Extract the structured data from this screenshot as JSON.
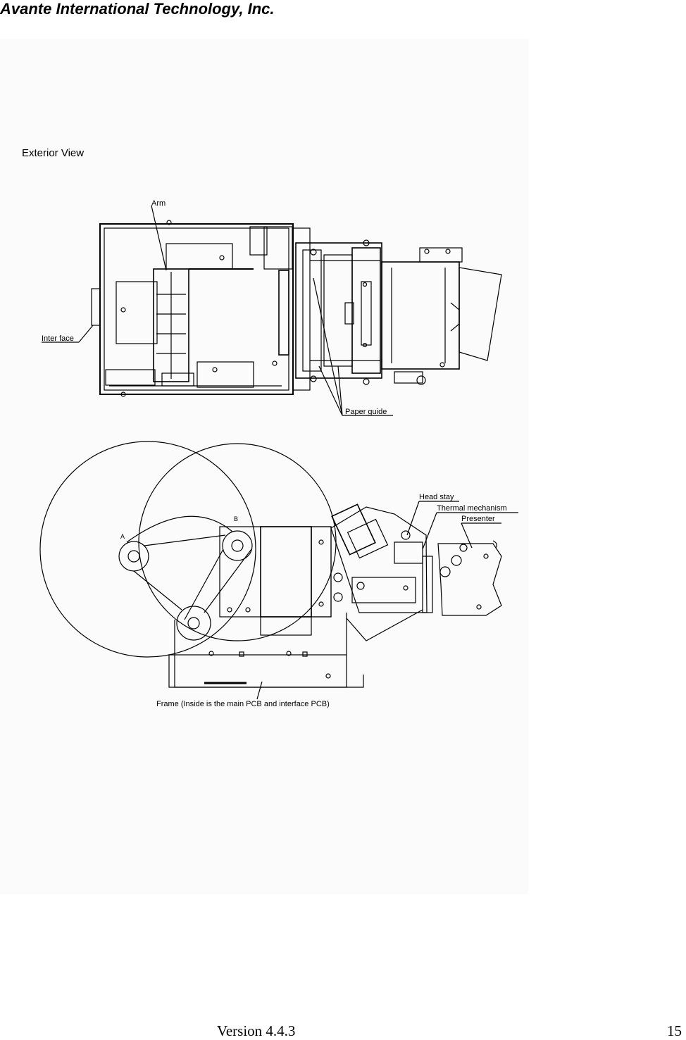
{
  "header": {
    "company": "Avante International Technology, Inc."
  },
  "figure": {
    "view_title": "Exterior View",
    "labels": {
      "arm": "Arm",
      "interface": "Inter face",
      "paper_guide": "Paper guide",
      "head_stay": "Head stay",
      "thermal_mechanism": "Thermal mechanism",
      "presenter": "Presenter",
      "roll_a": "A",
      "roll_b": "B",
      "frame": "Frame (Inside is the main PCB and interface PCB)"
    }
  },
  "footer": {
    "version": "Version 4.4.3",
    "page_number": "15"
  }
}
